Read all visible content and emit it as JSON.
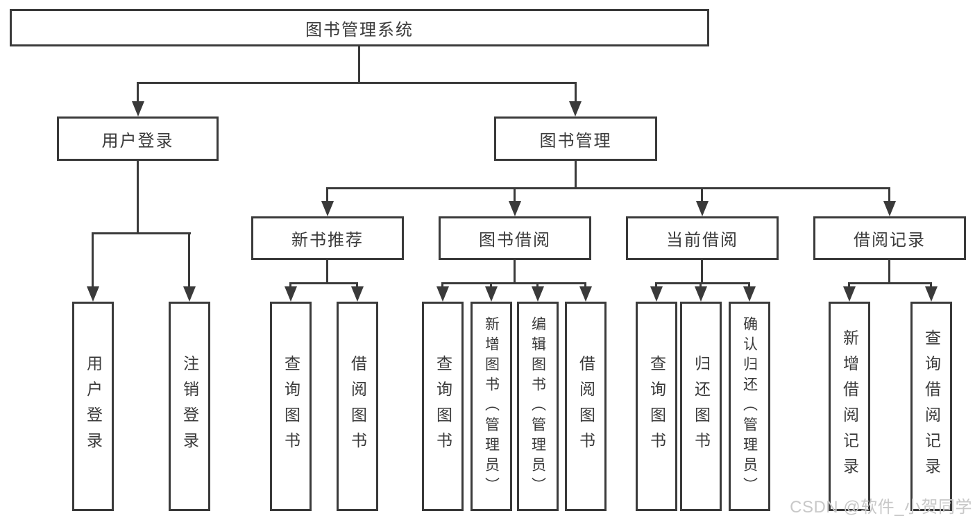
{
  "watermark": "CSDN @软件_小贺同学",
  "colors": {
    "line": "#3a3a3a",
    "text": "#3a3a3a",
    "box_background": "#ffffff",
    "watermark": "#c8c8c8"
  },
  "tree": {
    "root": {
      "label": "图书管理系统",
      "children": [
        {
          "label": "用户登录",
          "children": [
            {
              "label": "用户登录"
            },
            {
              "label": "注销登录"
            }
          ]
        },
        {
          "label": "图书管理",
          "children": [
            {
              "label": "新书推荐",
              "children": [
                {
                  "label": "查询图书"
                },
                {
                  "label": "借阅图书"
                }
              ]
            },
            {
              "label": "图书借阅",
              "children": [
                {
                  "label": "查询图书"
                },
                {
                  "label": "新增图书（管理员）"
                },
                {
                  "label": "编辑图书（管理员）"
                },
                {
                  "label": "借阅图书"
                }
              ]
            },
            {
              "label": "当前借阅",
              "children": [
                {
                  "label": "查询图书"
                },
                {
                  "label": "归还图书"
                },
                {
                  "label": "确认归还（管理员）"
                }
              ]
            },
            {
              "label": "借阅记录",
              "children": [
                {
                  "label": "新增借阅记录"
                },
                {
                  "label": "查询借阅记录"
                }
              ]
            }
          ]
        }
      ]
    }
  }
}
